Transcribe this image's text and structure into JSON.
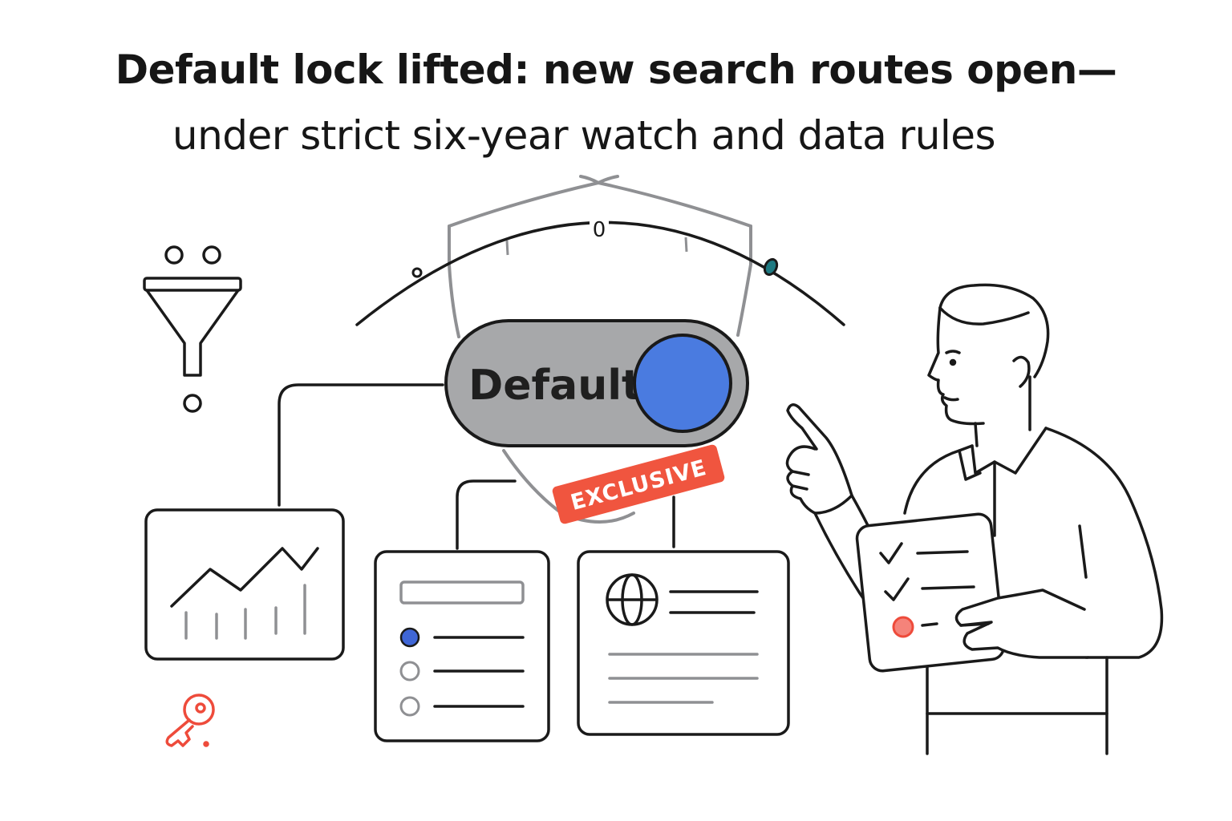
{
  "headline": {
    "line1": "Default lock lifted: new search routes open—",
    "line2": "under strict six-year watch and data rules"
  },
  "toggle": {
    "label": "Default",
    "state": "on",
    "knob_color": "#4A7BE0",
    "track_color": "#A7A8AA"
  },
  "dial": {
    "label": "0"
  },
  "badge": {
    "label": "EXCLUSIVE",
    "color": "#F0553F"
  },
  "colors": {
    "ink": "#1A1A1A",
    "accent_blue": "#3F66D6",
    "accent_red": "#EE4B3B",
    "muted_gray": "#8F9093"
  },
  "icons": [
    "funnel-icon",
    "chart-panel-icon",
    "choice-list-icon",
    "globe-icon",
    "key-icon",
    "checklist-icon"
  ]
}
